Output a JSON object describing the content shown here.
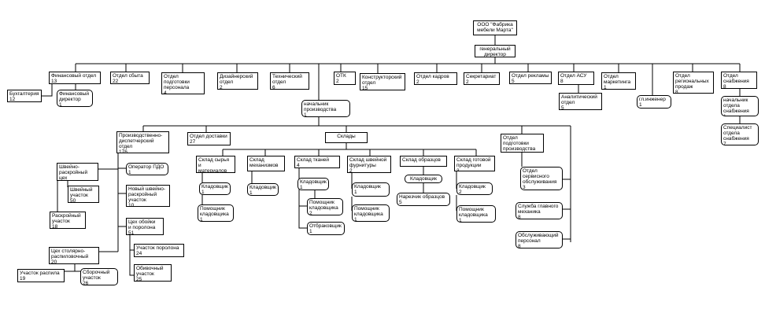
{
  "nodes": {
    "company": {
      "title": "ООО \"Фабрика\nмебели Марта\"",
      "count": ""
    },
    "director": {
      "title": "генеральный\nдиректор",
      "count": ""
    },
    "fin_dept": {
      "title": "Финансовый отдел",
      "count": "13"
    },
    "accounting": {
      "title": "Бухгалтерия",
      "count": "12"
    },
    "fin_director": {
      "title": "Финансовый\nдиректор",
      "count": "1"
    },
    "sales": {
      "title": "Отдел сбыта",
      "count": "22"
    },
    "hr_training": {
      "title": "Отдел\nподготовки\nперсонала",
      "count": "4"
    },
    "design": {
      "title": "Дизайнерский\nотдел",
      "count": "2"
    },
    "technical": {
      "title": "Технический\nотдел",
      "count": "6"
    },
    "otk": {
      "title": "ОТК",
      "count": "2"
    },
    "construct": {
      "title": "Конструкторский\nотдел",
      "count": "15"
    },
    "personnel": {
      "title": "Отдел кадров",
      "count": "2"
    },
    "secretariat": {
      "title": "Секретариат",
      "count": "2"
    },
    "advertising": {
      "title": "Отдел рекламы",
      "count": "5"
    },
    "asu": {
      "title": "Отдел АСУ",
      "count": "8"
    },
    "analytics": {
      "title": "Аналитический\nотдел",
      "count": "5"
    },
    "marketing": {
      "title": "Отдел\nмаркетинга",
      "count": "1"
    },
    "chief_engineer": {
      "title": "гл.инженер",
      "count": "1"
    },
    "regional": {
      "title": "Отдел\nрегиональных\nпродаж",
      "count": "8"
    },
    "supply": {
      "title": "Отдел\nснабжения",
      "count": "8"
    },
    "supply_head": {
      "title": "начальник\nотдела\nснабжения",
      "count": "1"
    },
    "supply_spec": {
      "title": "Специалист\nотдела\nснабжения",
      "count": "7"
    },
    "prod_head": {
      "title": "начальник\nпроизводства",
      "count": "1"
    },
    "prod_dispatch": {
      "title": "Производственно-\nдиспетчерский\nотдел",
      "count": "176"
    },
    "delivery": {
      "title": "Отдел доставки",
      "count": "27"
    },
    "warehouses": {
      "title": "Склады",
      "count": ""
    },
    "prod_prep": {
      "title": "Отдел\nподготовки\nпроизводства",
      "count": "5"
    },
    "pdo_operator": {
      "title": "Оператор ПДО",
      "count": "1"
    },
    "sewing_cut": {
      "title": "Швейно-\nраскройный цех",
      "count": "68"
    },
    "sewing_area": {
      "title": "Швейный\nучасток",
      "count": "50"
    },
    "cutting_area": {
      "title": "Раскройный\nучасток",
      "count": "18"
    },
    "new_sewing": {
      "title": "Новый швейно-\nраскройный\nучасток",
      "count": "10"
    },
    "upholstery": {
      "title": "Цех обойки\nи поролона",
      "count": "51"
    },
    "foam_area": {
      "title": "Участок поролона",
      "count": "24"
    },
    "upholster_area": {
      "title": "Обивочный\nучасток",
      "count": "25"
    },
    "assembly_shop": {
      "title": "Цех столярно-\nраспиловочный",
      "count": "20"
    },
    "sawing_area": {
      "title": "Участок распила",
      "count": "19"
    },
    "assembly_area": {
      "title": "Сборочный\nучасток",
      "count": "26"
    },
    "wh_raw": {
      "title": "Склад сырья и\nматериалов",
      "count": "2"
    },
    "wh_raw_keeper": {
      "title": "Кладовщик",
      "count": "1"
    },
    "wh_raw_helper": {
      "title": "Помощник\nкладовщика",
      "count": "1"
    },
    "wh_mech": {
      "title": "Склад\nмеханизмов",
      "count": ""
    },
    "wh_mech_keeper": {
      "title": "Кладовщик",
      "count": "1"
    },
    "wh_fabric": {
      "title": "Склад тканей",
      "count": "4"
    },
    "wh_fab_keeper": {
      "title": "Кладовщик",
      "count": "1"
    },
    "wh_fab_helper": {
      "title": "Помощник\nкладовщика",
      "count": "2"
    },
    "wh_fab_rejecter": {
      "title": "Отбраковщик",
      "count": "1"
    },
    "wh_fittings": {
      "title": "Склад швейной\nфурнитуры",
      "count": "2"
    },
    "wh_fit_keeper": {
      "title": "Кладовщик",
      "count": "1"
    },
    "wh_fit_helper": {
      "title": "Помощник\nкладовщика",
      "count": "1"
    },
    "wh_samples": {
      "title": "Склад образцов",
      "count": ""
    },
    "wh_smp_keeper": {
      "title": "Кладовщик",
      "count": ""
    },
    "wh_smp_cutter": {
      "title": "Нарезчик образцов",
      "count": "5"
    },
    "wh_finished": {
      "title": "Склад готовой\nпродукции",
      "count": "3"
    },
    "wh_fin_keeper": {
      "title": "Кладовщик",
      "count": "2"
    },
    "wh_fin_helper": {
      "title": "Помощник\nкладовщика",
      "count": "1"
    },
    "service": {
      "title": "Отдел\nсервисного\nобслуживания",
      "count": "3"
    },
    "chief_mech": {
      "title": "Служба главного\nмеханика",
      "count": "8"
    },
    "maint_staff": {
      "title": "Обслуживающий\nперсонал",
      "count": "8"
    }
  }
}
